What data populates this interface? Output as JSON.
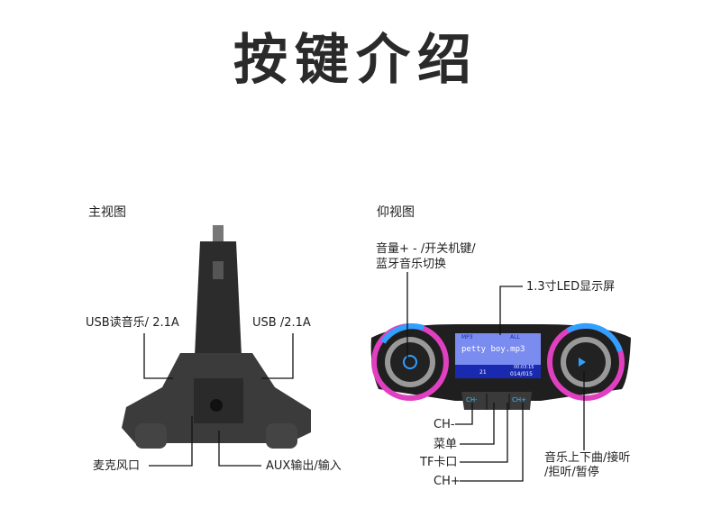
{
  "title": "按键介绍",
  "front_view": {
    "heading": "主视图",
    "labels": {
      "usb_left": "USB读音乐/ 2.1A",
      "usb_right": "USB /2.1A",
      "mic": "麦克风口",
      "aux": "AUX输出/输入"
    }
  },
  "bottom_view": {
    "heading": "仰视图",
    "labels": {
      "volume_line1": "音量+ - /开关机键/",
      "volume_line2": "蓝牙音乐切换",
      "display": "1.3寸LED显示屏",
      "ch_minus": "CH-",
      "menu": "菜单",
      "tf": "TF卡口",
      "ch_plus": "CH+",
      "music_line1": "音乐上下曲/接听",
      "music_line2": "/拒听/暂停"
    },
    "screen": {
      "mode": "MP3",
      "repeat": "ALL",
      "track_name": "petty boy.mp3",
      "number": "21",
      "time": "00:03:15",
      "track_count": "014/015"
    },
    "buttons": {
      "ch_minus": "CH-",
      "ch_plus": "CH+"
    }
  },
  "colors": {
    "screen": "#7a8cf0",
    "ring_magenta": "#e040c0",
    "ring_blue": "#30a0ff"
  }
}
